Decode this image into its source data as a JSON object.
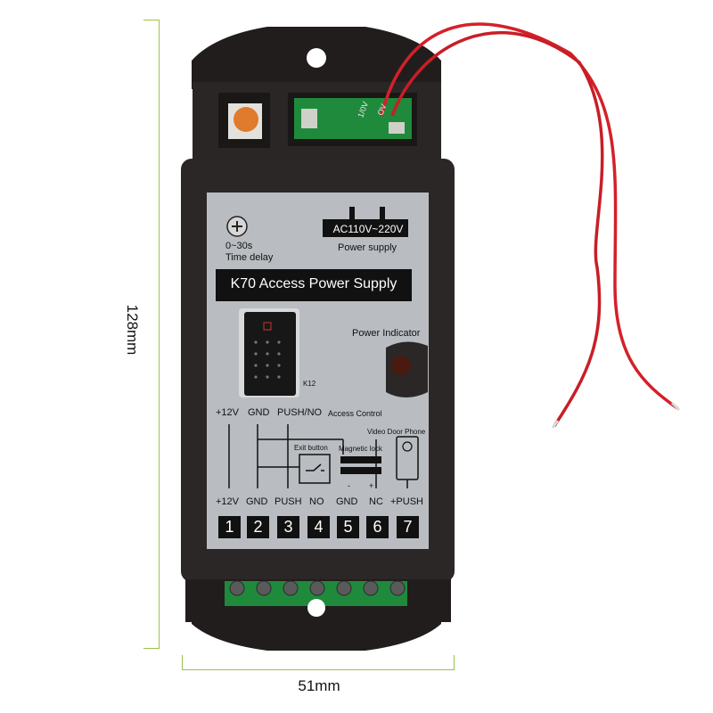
{
  "dimensions": {
    "height_label": "128mm",
    "width_label": "51mm"
  },
  "device": {
    "title": "K70 Access Power Supply",
    "input_voltage": "AC110V~220V",
    "power_supply_label": "Power supply",
    "time_range": "0~30s",
    "time_delay_label": "Time delay",
    "power_indicator_label": "Power Indicator",
    "keypad_model": "K12",
    "access_control_label": "Access Control",
    "exit_button_label": "Exit button",
    "magnetic_lock_label": "Magnetic lock",
    "video_door_phone_label": "Video Door Phone",
    "pcb_text_1": "1/0V",
    "pcb_text_2": "OV"
  },
  "top_labels": [
    "+12V",
    "GND",
    "PUSH/NO"
  ],
  "bottom_labels": [
    "+12V",
    "GND",
    "PUSH",
    "NO",
    "GND",
    "NC",
    "+PUSH"
  ],
  "lock_polarity": [
    "-",
    "+"
  ],
  "terminals": [
    "1",
    "2",
    "3",
    "4",
    "5",
    "6",
    "7"
  ],
  "colors": {
    "housing": "#2a2626",
    "panel": "#b8bcc0",
    "wire": "#d4202a",
    "pcb": "#1f8a3c",
    "dimension_line": "#9bc24a"
  }
}
